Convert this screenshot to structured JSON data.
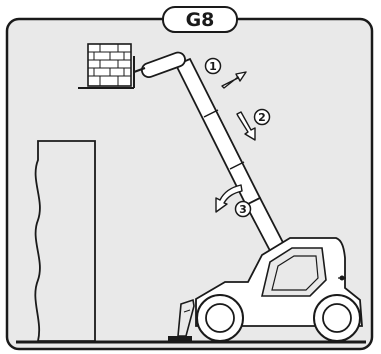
{
  "figure": {
    "label": "G8",
    "colors": {
      "panel_fill": "#e9e9e9",
      "panel_stroke": "#1a1a1a",
      "ink": "#1a1a1a",
      "white": "#ffffff"
    }
  },
  "steps": [
    {
      "number": "1",
      "icon": "arrow-up-right-icon"
    },
    {
      "number": "2",
      "icon": "arrow-down-right-icon"
    },
    {
      "number": "3",
      "icon": "arrow-curved-down-left-icon"
    }
  ]
}
